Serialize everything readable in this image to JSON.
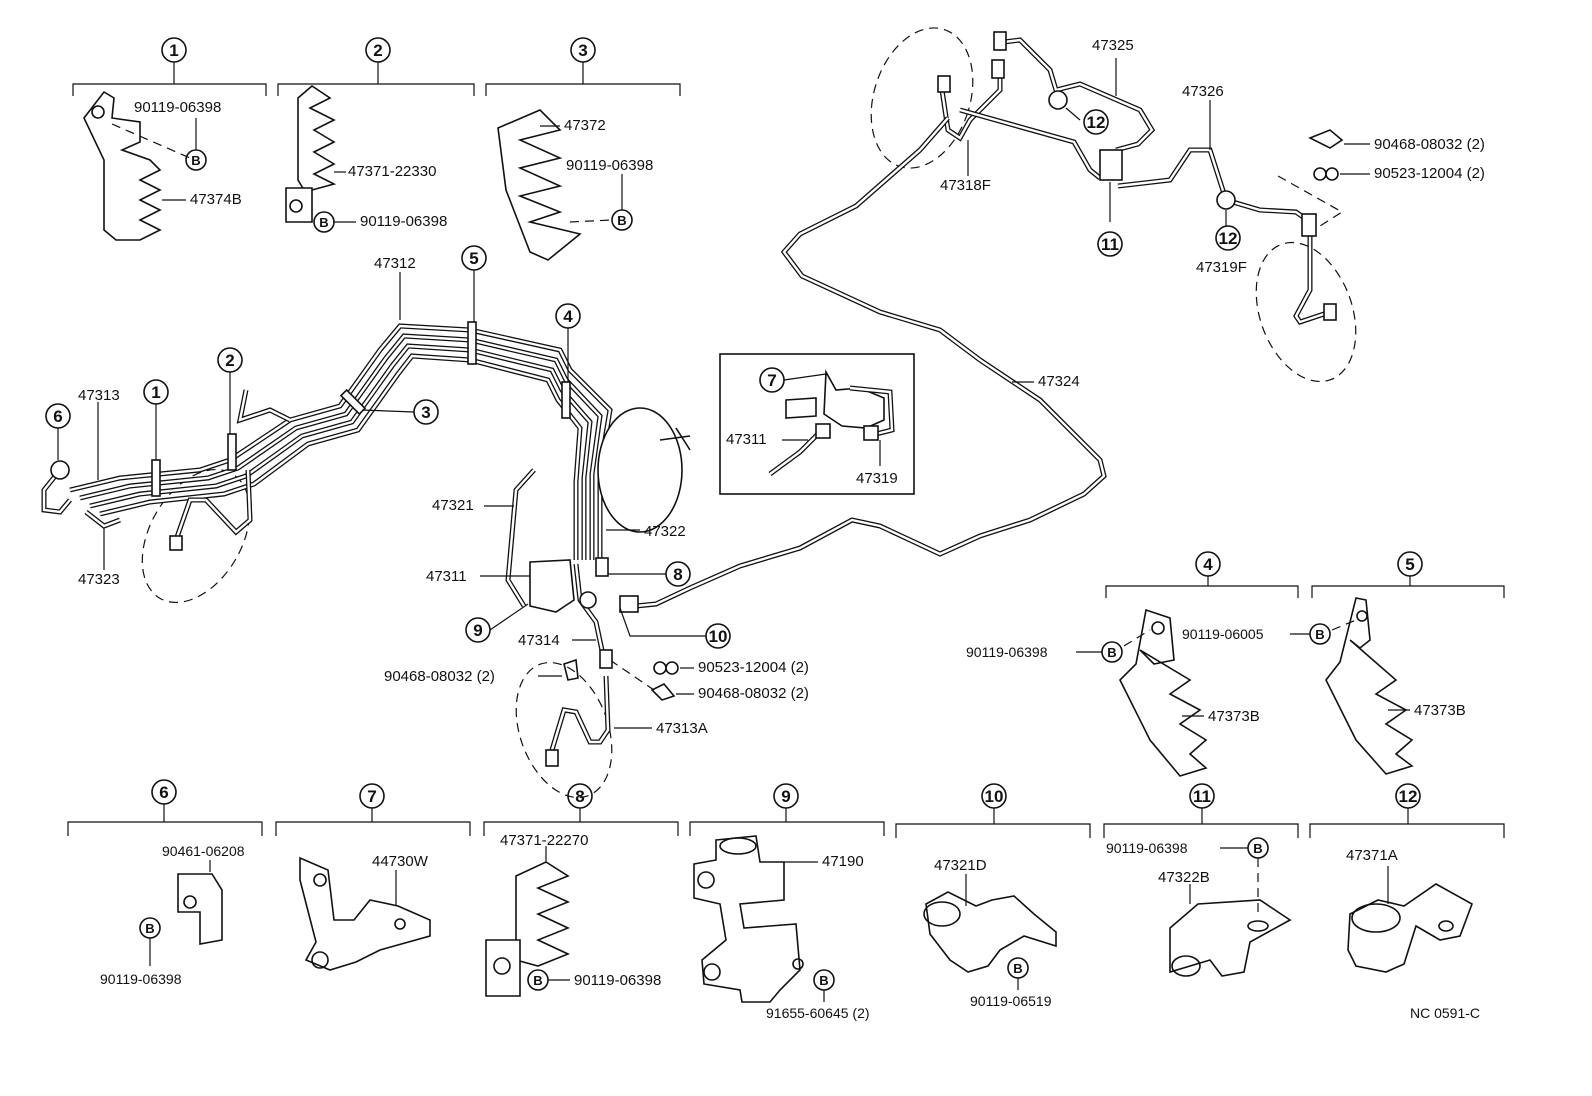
{
  "group_numbers": {
    "g1": "1",
    "g2": "2",
    "g3": "3",
    "g4": "4",
    "g5": "5",
    "g6": "6",
    "g7": "7",
    "g8": "8",
    "g9": "9",
    "g10": "10",
    "g11": "11",
    "g12": "12"
  },
  "bolt_marker": "B",
  "parts": {
    "g1_bolt": "90119-06398",
    "g1_clamp": "47374B",
    "g2_clamp": "47371-22330",
    "g2_bolt": "90119-06398",
    "g3_clamp": "47372",
    "g3_bolt": "90119-06398",
    "tube_47325": "47325",
    "tube_47326": "47326",
    "clip_90468_right": "90468-08032 (2)",
    "clip_90523_right": "90523-12004 (2)",
    "hose_47318F": "47318F",
    "hose_47319F": "47319F",
    "tube_47312": "47312",
    "tube_47313": "47313",
    "tube_47323": "47323",
    "tube_47324": "47324",
    "tube_47321": "47321",
    "tube_47322": "47322",
    "valve_47311": "47311",
    "tube_47314": "47314",
    "clip_90468_left": "90468-08032 (2)",
    "clip_90523_mid": "90523-12004 (2)",
    "clip_90468_mid": "90468-08032 (2)",
    "hose_47313A": "47313A",
    "inset_47311": "47311",
    "inset_47319": "47319",
    "g4_bolt": "90119-06398",
    "g4_clamp": "47373B",
    "g5_bolt": "90119-06005",
    "g5_clamp": "47373B",
    "g6_clip": "90461-06208",
    "g6_bolt": "90119-06398",
    "g7_bracket": "44730W",
    "g8_clamp": "47371-22270",
    "g8_bolt": "90119-06398",
    "g9_valve": "47190",
    "g9_bolt": "91655-60645 (2)",
    "g10_clamp": "47321D",
    "g10_bolt": "90119-06519",
    "g11_bolt": "90119-06398",
    "g11_clamp": "47322B",
    "g12_clamp": "47371A"
  },
  "drawing_code": "NC  0591-C"
}
